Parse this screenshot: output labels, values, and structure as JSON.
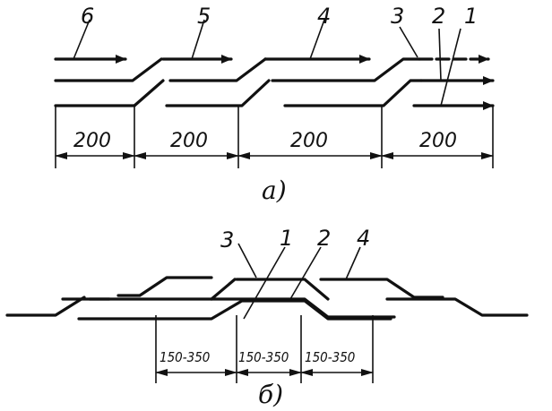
{
  "diagram_a": {
    "caption": "а)",
    "labels": [
      "6",
      "5",
      "4",
      "3",
      "2",
      "1"
    ],
    "dimensions": [
      "200",
      "200",
      "200",
      "200"
    ]
  },
  "diagram_b": {
    "caption": "б)",
    "labels": [
      "3",
      "1",
      "2",
      "4"
    ],
    "dimensions": [
      "150-350",
      "150-350",
      "150-350"
    ]
  }
}
